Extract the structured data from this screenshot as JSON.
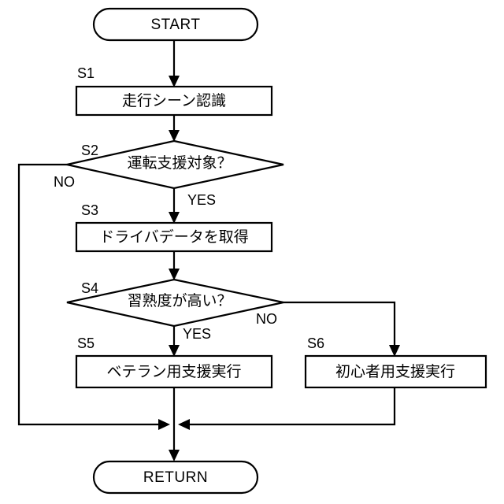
{
  "diagram": {
    "kind": "flowchart",
    "title_text": "",
    "background_color": "#ffffff",
    "line_color": "#000000",
    "terminators": {
      "start": "START",
      "end": "RETURN"
    },
    "steps": [
      {
        "id": "S1",
        "label": "S1",
        "text": "走行シーン認識",
        "shape": "process"
      },
      {
        "id": "S2",
        "label": "S2",
        "text": "運転支援対象？",
        "shape": "decision"
      },
      {
        "id": "S3",
        "label": "S3",
        "text": "ドライバデータを取得",
        "shape": "process"
      },
      {
        "id": "S4",
        "label": "S4",
        "text": "習熟度が高い？",
        "shape": "decision"
      },
      {
        "id": "S5",
        "label": "S5",
        "text": "ベテラン用支援実行",
        "shape": "process"
      },
      {
        "id": "S6",
        "label": "S6",
        "text": "初心者用支援実行",
        "shape": "process"
      }
    ],
    "branch_labels": {
      "s2_no": "NO",
      "s2_yes": "YES",
      "s4_yes": "YES",
      "s4_no": "NO"
    }
  }
}
